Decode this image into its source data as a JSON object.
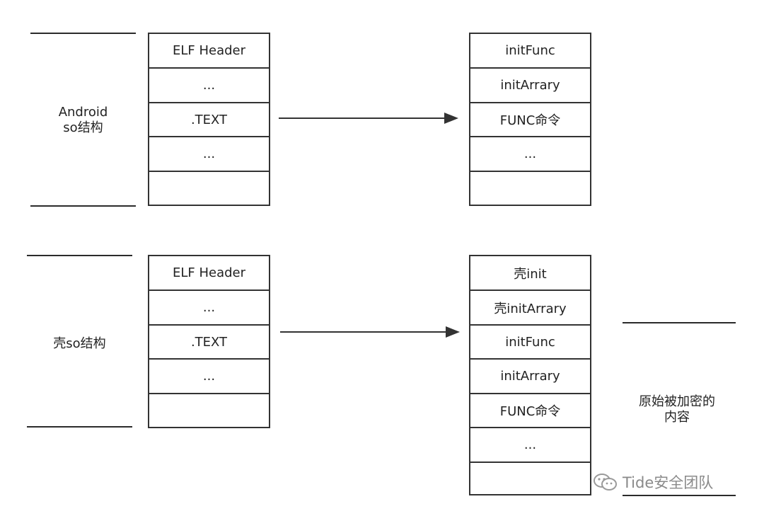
{
  "top": {
    "label_line1": "Android",
    "label_line2": "so结构",
    "left_stack": [
      "ELF Header",
      "...",
      ".TEXT",
      "...",
      ""
    ],
    "right_stack": [
      "initFunc",
      "initArrary",
      "FUNC命令",
      "...",
      ""
    ]
  },
  "bottom": {
    "label": "壳so结构",
    "left_stack": [
      "ELF Header",
      "...",
      ".TEXT",
      "...",
      ""
    ],
    "right_stack": [
      "壳init",
      "壳initArrary",
      "initFunc",
      "initArrary",
      "FUNC命令",
      "...",
      ""
    ],
    "note_line1": "原始被加密的",
    "note_line2": "内容"
  },
  "watermark": {
    "text": "Tide安全团队",
    "icon": "wechat-icon"
  }
}
